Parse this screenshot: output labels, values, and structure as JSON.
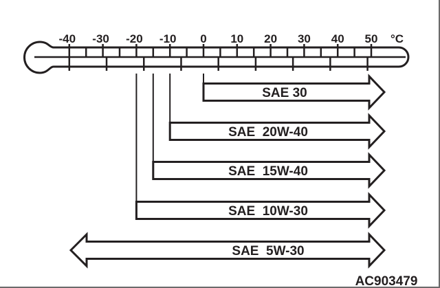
{
  "scale": {
    "unit": "°C",
    "labels": [
      "-40",
      "-30",
      "-20",
      "-10",
      "0",
      "10",
      "20",
      "30",
      "40",
      "50"
    ],
    "label_values": [
      -40,
      -30,
      -20,
      -10,
      0,
      10,
      20,
      30,
      40,
      50
    ]
  },
  "oils": [
    {
      "label": "SAE 30",
      "min_c": 0,
      "max_c": 50,
      "double": false
    },
    {
      "label": "SAE  20W-40",
      "min_c": -10,
      "max_c": 50,
      "double": false
    },
    {
      "label": "SAE  15W-40",
      "min_c": -15,
      "max_c": 50,
      "double": false
    },
    {
      "label": "SAE  10W-30",
      "min_c": -20,
      "max_c": 50,
      "double": false
    },
    {
      "label": "SAE  5W-30",
      "min_c": -40,
      "max_c": 50,
      "double": true
    }
  ],
  "figure_id": "AC903479",
  "colors": {
    "ink": "#231f20",
    "background": "#ffffff"
  }
}
